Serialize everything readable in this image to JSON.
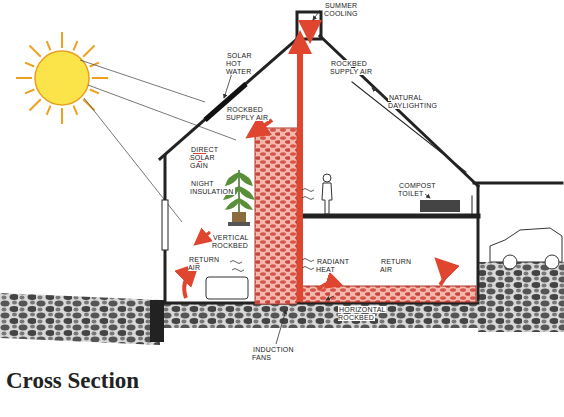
{
  "diagram": {
    "title": "Cross Section",
    "labels": [
      "SUMMER COOLING",
      "SOLAR HOT WATER",
      "ROCKBED SUPPLY AIR",
      "NATURAL DAYLIGHTING",
      "ROCKBED SUPPLY AIR",
      "DIRECT SOLAR GAIN",
      "NIGHT INSULATION",
      "COMPOST TOILET",
      "VERTICAL ROCKBED",
      "RETURN AIR",
      "RADIANT HEAT",
      "RETURN AIR",
      "HORIZONTAL ROCKBED",
      "INDUCTION FANS"
    ]
  }
}
